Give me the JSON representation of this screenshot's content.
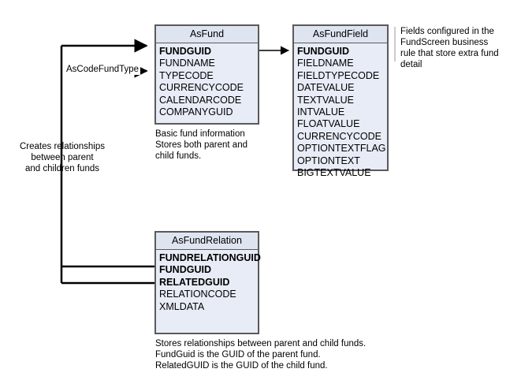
{
  "diagram": {
    "title": "AsFund data model",
    "background": "#ffffff",
    "entity_fill": "#e8ecf7",
    "entity_header_fill": "#dfe4f1",
    "entity_border": "#5a5a5a",
    "connector_color": "#000000"
  },
  "entities": [
    {
      "id": "asfund",
      "name": "AsFund",
      "fields": [
        {
          "name": "FUNDGUID",
          "key": true
        },
        {
          "name": "FUNDNAME",
          "key": false
        },
        {
          "name": "TYPECODE",
          "key": false
        },
        {
          "name": "CURRENCYCODE",
          "key": false
        },
        {
          "name": "CALENDARCODE",
          "key": false
        },
        {
          "name": "COMPANYGUID",
          "key": false
        }
      ]
    },
    {
      "id": "asfundfield",
      "name": "AsFundField",
      "fields": [
        {
          "name": "FUNDGUID",
          "key": true
        },
        {
          "name": "FIELDNAME",
          "key": false
        },
        {
          "name": "FIELDTYPECODE",
          "key": false
        },
        {
          "name": "DATEVALUE",
          "key": false
        },
        {
          "name": "TEXTVALUE",
          "key": false
        },
        {
          "name": "INTVALUE",
          "key": false
        },
        {
          "name": "FLOATVALUE",
          "key": false
        },
        {
          "name": "CURRENCYCODE",
          "key": false
        },
        {
          "name": "OPTIONTEXTFLAG",
          "key": false
        },
        {
          "name": "OPTIONTEXT",
          "key": false
        },
        {
          "name": "BIGTEXTVALUE",
          "key": false
        }
      ]
    },
    {
      "id": "asfundrelation",
      "name": "AsFundRelation",
      "fields": [
        {
          "name": "FUNDRELATIONGUID",
          "key": true
        },
        {
          "name": "FUNDGUID",
          "key": true
        },
        {
          "name": "RELATEDGUID",
          "key": true
        },
        {
          "name": "RELATIONCODE",
          "key": false
        },
        {
          "name": "XMLDATA",
          "key": false
        }
      ]
    }
  ],
  "notes": {
    "asfund": [
      "Basic fund information",
      "Stores both parent and",
      "child funds."
    ],
    "asfundfield": [
      "Fields configured in the",
      "FundScreen business",
      "rule that store extra fund",
      "detail"
    ],
    "asfundrelation": [
      "Stores relationships between parent and child funds.",
      "FundGuid is the GUID of the parent fund.",
      "RelatedGUID is the GUID of the child fund."
    ],
    "relationship": [
      "Creates relationships",
      "between parent",
      "and children funds"
    ]
  },
  "edge_labels": {
    "ascodefundtype": "AsCodeFundType"
  }
}
